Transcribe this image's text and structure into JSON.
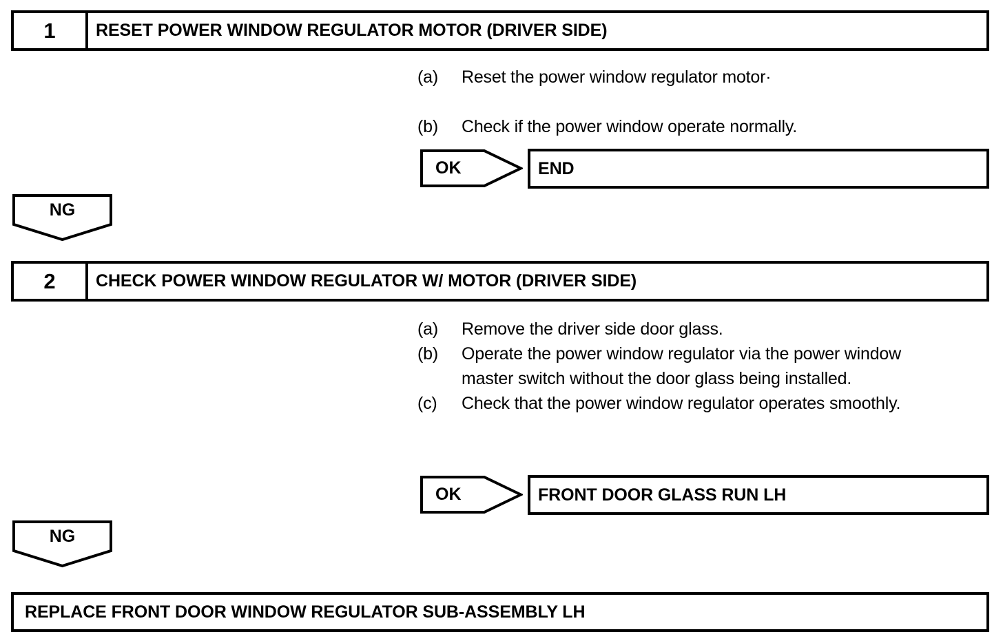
{
  "document": {
    "type": "diagnostic-flowchart"
  },
  "colors": {
    "line": "#000000",
    "background": "#ffffff",
    "text": "#000000"
  },
  "steps": [
    {
      "number": "1",
      "title": "RESET POWER WINDOW REGULATOR MOTOR (DRIVER SIDE)",
      "instructions": [
        {
          "label": "(a)",
          "text": "Reset the power window regulator motor·"
        },
        {
          "label": "(b)",
          "text": "Check if the power window operate normally."
        }
      ],
      "ok_label": "OK",
      "ok_target": "END",
      "ng_label": "NG"
    },
    {
      "number": "2",
      "title": "CHECK POWER WINDOW REGULATOR W/ MOTOR (DRIVER SIDE)",
      "instructions": [
        {
          "label": "(a)",
          "text": "Remove the driver side door glass."
        },
        {
          "label": "(b)",
          "text": "Operate the power window regulator via the power window master switch without the door glass being installed."
        },
        {
          "label": "(c)",
          "text": "Check that the power window regulator operates smoothly."
        }
      ],
      "ok_label": "OK",
      "ok_target": "FRONT DOOR GLASS RUN LH",
      "ng_label": "NG"
    }
  ],
  "final": {
    "text": "REPLACE FRONT DOOR WINDOW REGULATOR SUB-ASSEMBLY LH"
  }
}
